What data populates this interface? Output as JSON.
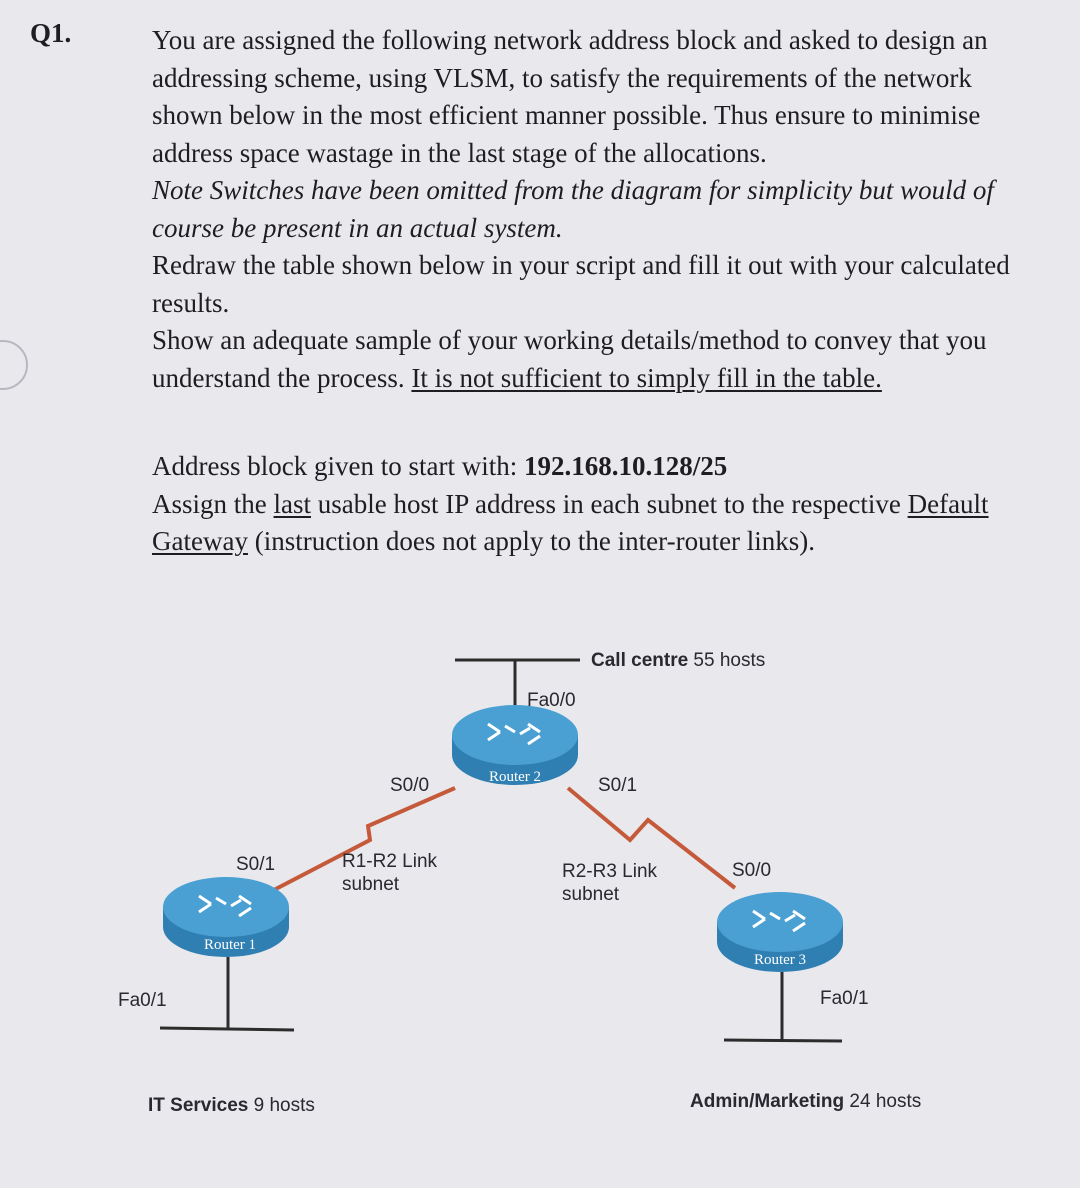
{
  "question": {
    "number": "Q1.",
    "intro": "You are assigned the following network address block and asked to design an addressing scheme, using VLSM, to satisfy the requirements of the network shown below in the most efficient manner possible. Thus ensure to minimise address space wastage in the last stage of the allocations.",
    "note": "Note Switches have been omitted from the diagram for simplicity but would of course be present in an actual system.",
    "redraw": "Redraw the table shown below in your script and fill it out with your calculated results.",
    "show_prefix": "Show an adequate sample of your working details/method to convey that you understand the process. ",
    "show_underlined": "It is not sufficient to simply fill in the table."
  },
  "given": {
    "label": "Address block given to start with: ",
    "block": "192.168.10.128/25",
    "assign_1": "Assign the ",
    "assign_last": "last",
    "assign_2": " usable host IP address in each subnet to the respective ",
    "assign_dg": "Default Gateway",
    "assign_3": " (instruction does not apply to the inter-router links)."
  },
  "diagram": {
    "routers": {
      "r1": "Router 1",
      "r2": "Router 2",
      "r3": "Router 3"
    },
    "interfaces": {
      "r2_fa00": "Fa0/0",
      "r2_s00": "S0/0",
      "r2_s01": "S0/1",
      "r1_s01": "S0/1",
      "r1_fa01": "Fa0/1",
      "r3_s00": "S0/0",
      "r3_fa01": "Fa0/1"
    },
    "links": {
      "r1r2_line1": "R1-R2 Link",
      "r1r2_line2": "subnet",
      "r2r3_line1": "R2-R3 Link",
      "r2r3_line2": "subnet"
    },
    "lans": {
      "call_name": "Call centre",
      "call_hosts": " 55 hosts",
      "it_name": "IT Services",
      "it_hosts": " 9 hosts",
      "admin_name": "Admin/Marketing",
      "admin_hosts": " 24 hosts"
    },
    "colors": {
      "router": "#3a8fc4",
      "serial_link": "#c55a3b",
      "ethernet": "#2c2c2c"
    }
  }
}
